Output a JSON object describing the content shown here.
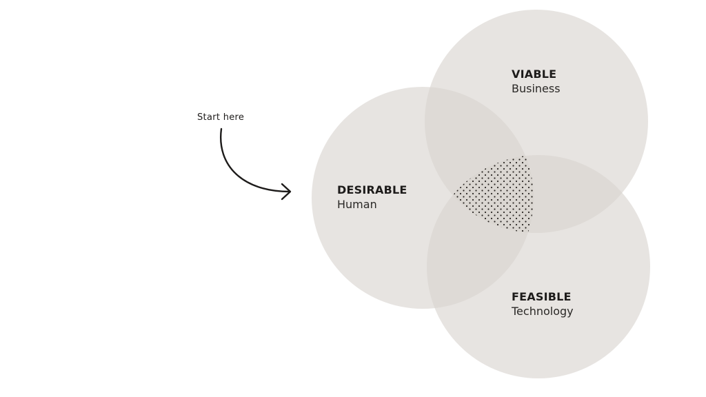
{
  "start_label": "Start here",
  "circles": {
    "viable": {
      "title": "VIABLE",
      "subtitle": "Business"
    },
    "desirable": {
      "title": "DESIRABLE",
      "subtitle": "Human"
    },
    "feasible": {
      "title": "FEASIBLE",
      "subtitle": "Technology"
    }
  },
  "colors": {
    "circle_fill": "#dedad4",
    "text": "#1d1b1a",
    "arrow": "#1d1b1a",
    "dots": "#2a2623"
  },
  "icons": {
    "start_arrow": "curved-arrow-right-icon",
    "intersection": "dotted-pattern"
  }
}
